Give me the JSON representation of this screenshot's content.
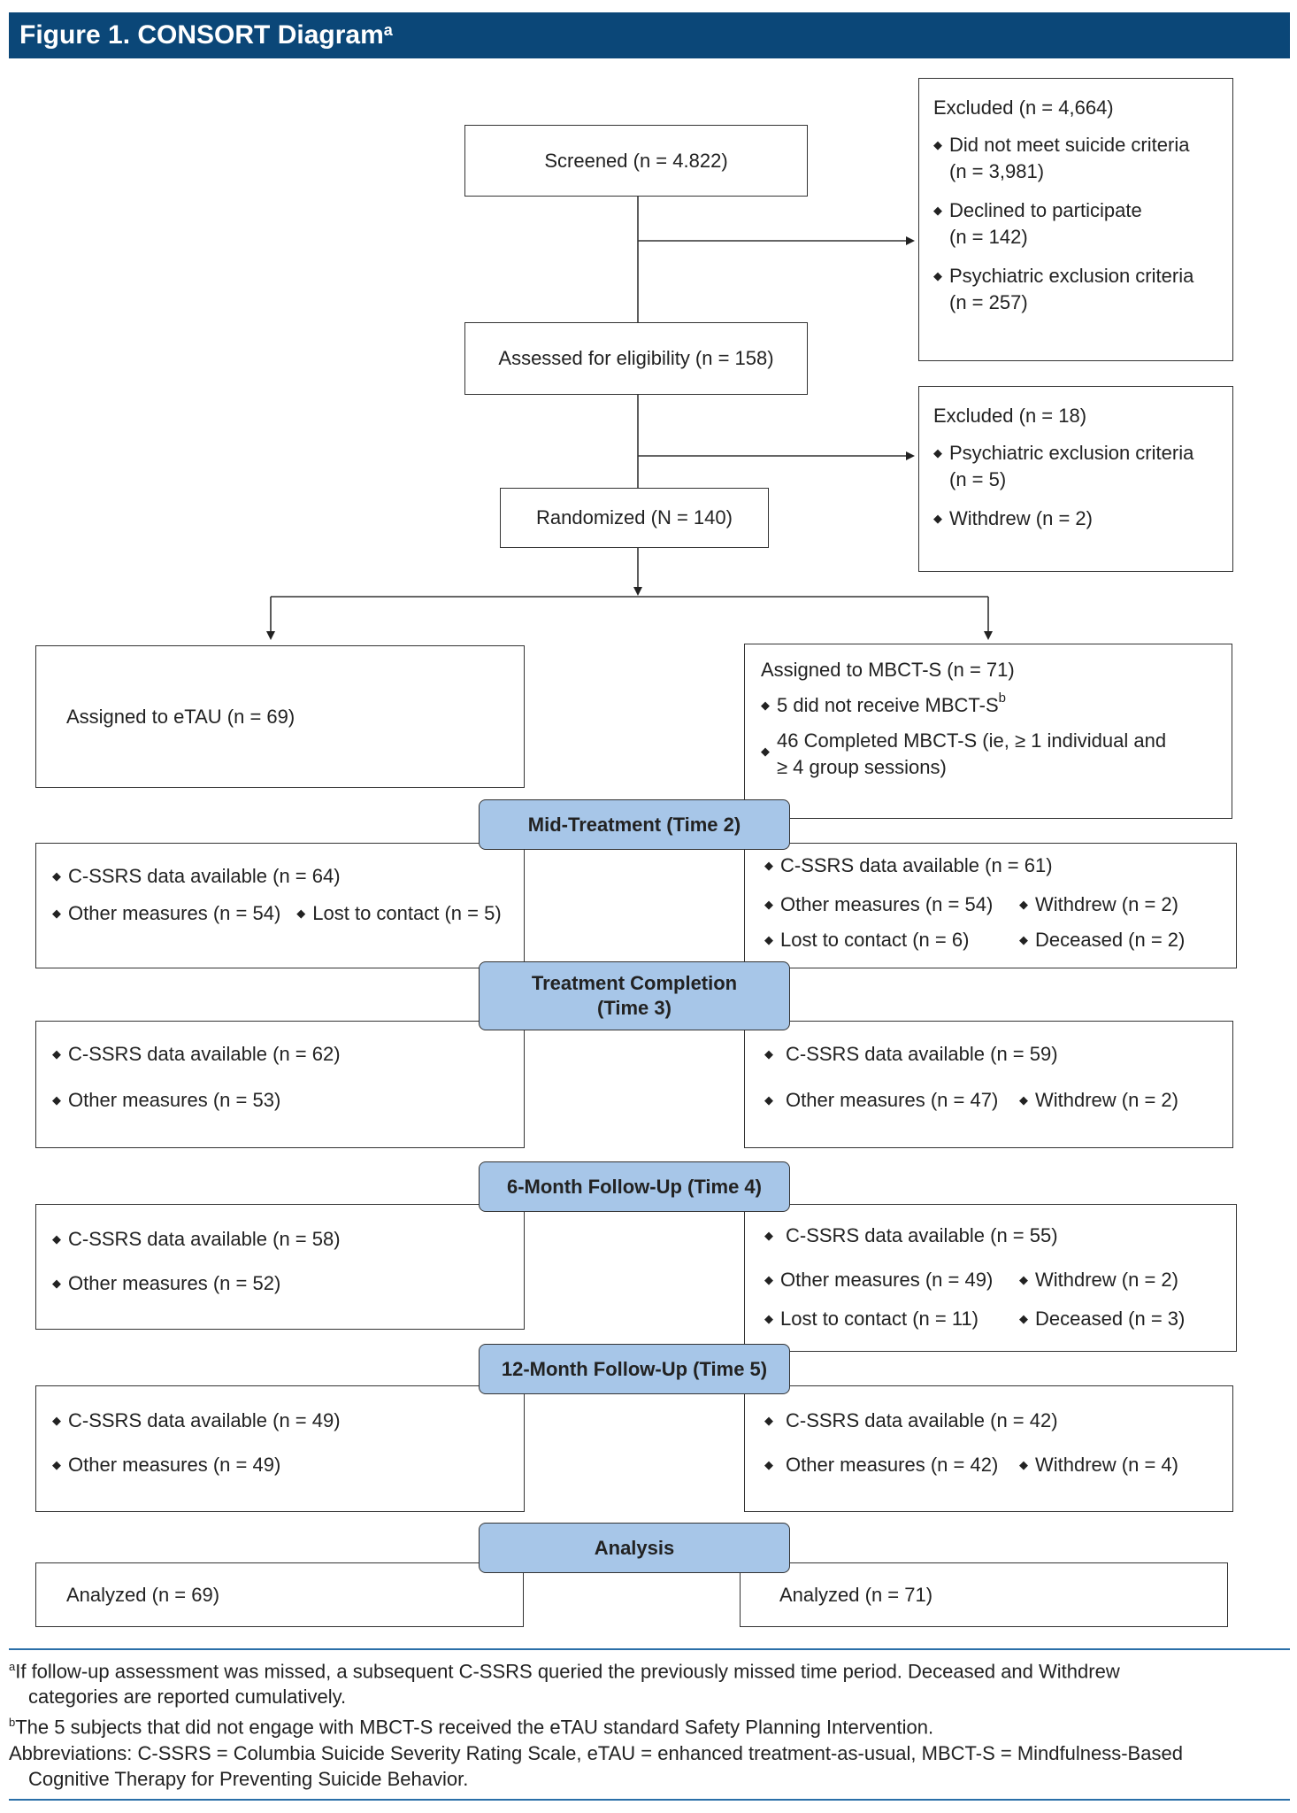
{
  "figure_title": "Figure 1. CONSORT Diagram",
  "figure_title_sup": "a",
  "screened": "Screened (n = 4.822)",
  "assessed": "Assessed for eligibility (n = 158)",
  "randomized": "Randomized (N = 140)",
  "excluded1": {
    "title": "Excluded (n = 4,664)",
    "items": [
      {
        "line1": "Did not meet suicide criteria",
        "line2": "(n = 3,981)"
      },
      {
        "line1": "Declined to participate",
        "line2": "(n = 142)"
      },
      {
        "line1": "Psychiatric exclusion criteria",
        "line2": "(n = 257)"
      }
    ]
  },
  "excluded2": {
    "title": "Excluded (n = 18)",
    "items": [
      {
        "line1": "Psychiatric exclusion criteria",
        "line2": "(n = 5)"
      },
      {
        "line1": "Withdrew (n = 2)",
        "line2": ""
      }
    ]
  },
  "etau_assigned": "Assigned to eTAU (n = 69)",
  "mbct_assigned": {
    "title": "Assigned to MBCT-S (n = 71)",
    "item1": "5 did not receive MBCT-S",
    "item1_sup": "b",
    "item2_line1": "46 Completed MBCT-S (ie, ≥ 1 individual and",
    "item2_line2": "≥ 4 group sessions)"
  },
  "stage_labels": {
    "mid": "Mid-Treatment (Time 2)",
    "completion_l1": "Treatment Completion",
    "completion_l2": "(Time 3)",
    "six_month": "6-Month Follow-Up (Time 4)",
    "twelve_month": "12-Month Follow-Up (Time 5)",
    "analysis": "Analysis"
  },
  "bullet": "◆",
  "time2": {
    "etau": {
      "cssrs": "C-SSRS data available (n = 64)",
      "other": "Other measures (n = 54)",
      "lost": "Lost to contact (n = 5)"
    },
    "mbct": {
      "cssrs": "C-SSRS data available (n = 61)",
      "other": "Other measures (n = 54)",
      "withdrew": "Withdrew (n = 2)",
      "lost": "Lost to contact (n = 6)",
      "deceased": "Deceased (n = 2)"
    }
  },
  "time3": {
    "etau": {
      "cssrs": "C-SSRS data available (n = 62)",
      "other": "Other measures (n = 53)"
    },
    "mbct": {
      "cssrs": "C-SSRS data available (n = 59)",
      "other": "Other measures (n = 47)",
      "withdrew": "Withdrew (n = 2)"
    }
  },
  "time4": {
    "etau": {
      "cssrs": "C-SSRS data available (n = 58)",
      "other": "Other measures (n = 52)"
    },
    "mbct": {
      "cssrs": "C-SSRS data available (n = 55)",
      "other": "Other measures (n = 49)",
      "withdrew": "Withdrew (n = 2)",
      "lost": "Lost to contact (n = 11)",
      "deceased": "Deceased (n = 3)"
    }
  },
  "time5": {
    "etau": {
      "cssrs": "C-SSRS data available (n = 49)",
      "other": "Other measures (n = 49)"
    },
    "mbct": {
      "cssrs": "C-SSRS data available (n = 42)",
      "other": "Other measures (n = 42)",
      "withdrew": "Withdrew (n = 4)"
    }
  },
  "analysis": {
    "etau": "Analyzed (n = 69)",
    "mbct": "Analyzed (n = 71)"
  },
  "footnotes": {
    "a_sup": "a",
    "a_line1": "If follow-up assessment was missed, a subsequent C-SSRS queried the previously missed time period. Deceased and Withdrew",
    "a_line2": "categories are reported cumulatively.",
    "b_sup": "b",
    "b_line1": "The 5 subjects that did not engage with MBCT-S received the eTAU standard Safety Planning Intervention.",
    "abbr_line1": "Abbreviations: C-SSRS = Columbia Suicide Severity Rating Scale, eTAU = enhanced treatment-as-usual, MBCT-S = Mindfulness-Based",
    "abbr_line2": "Cognitive Therapy for Preventing Suicide Behavior."
  }
}
